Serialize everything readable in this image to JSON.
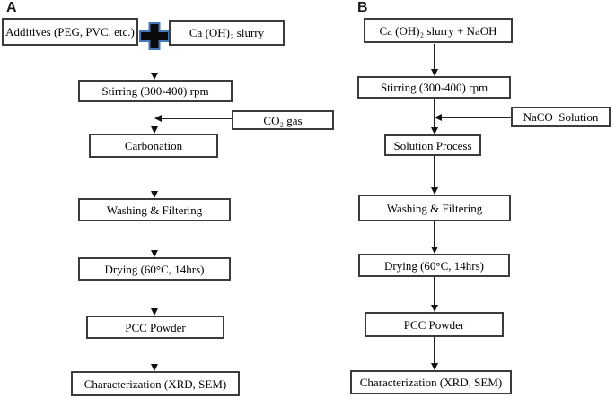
{
  "figure_type": "flowchart",
  "palette": {
    "background": "#ffffff",
    "box_border": "#3c3c3c",
    "text": "#000000",
    "line": "#222222",
    "plus_fill": "#0a0a0a",
    "plus_stroke": "#4577b8"
  },
  "panel_a": {
    "label": "A",
    "nodes": {
      "additives": "Additives (PEG, PVC. etc.)",
      "slurry": "Ca (OH)₂ slurry",
      "stirring": "Stirring (300-400) rpm",
      "co2_gas": "CO₂ gas",
      "carbonation": "Carbonation",
      "washing": "Washing & Filtering",
      "drying": "Drying (60°C, 14hrs)",
      "pcc": "PCC Powder",
      "characterization": "Characterization (XRD, SEM)"
    },
    "combiner": "+",
    "edges": [
      [
        "additives",
        "stirring"
      ],
      [
        "slurry",
        "stirring"
      ],
      [
        "stirring",
        "carbonation"
      ],
      [
        "co2_gas",
        "carbonation"
      ],
      [
        "carbonation",
        "washing"
      ],
      [
        "washing",
        "drying"
      ],
      [
        "drying",
        "pcc"
      ],
      [
        "pcc",
        "characterization"
      ]
    ]
  },
  "panel_b": {
    "label": "B",
    "nodes": {
      "slurry_naoh": "Ca (OH)₂ slurry + NaOH",
      "stirring": "Stirring (300-400) rpm",
      "naco_solution": "NaCO  Solution",
      "solution_process": "Solution Process",
      "washing": "Washing & Filtering",
      "drying": "Drying (60°C, 14hrs)",
      "pcc": "PCC Powder",
      "characterization": "Characterization (XRD, SEM)"
    },
    "edges": [
      [
        "slurry_naoh",
        "stirring"
      ],
      [
        "stirring",
        "solution_process"
      ],
      [
        "naco_solution",
        "solution_process"
      ],
      [
        "solution_process",
        "washing"
      ],
      [
        "washing",
        "drying"
      ],
      [
        "drying",
        "pcc"
      ],
      [
        "pcc",
        "characterization"
      ]
    ]
  }
}
